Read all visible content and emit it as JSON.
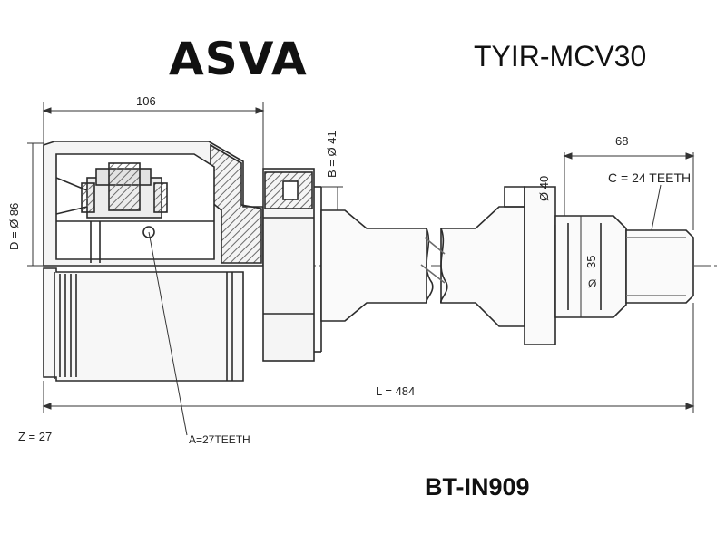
{
  "header": {
    "brand": "ASVA",
    "model": "TYIR-MCV30"
  },
  "footer": {
    "part_number": "BT-IN909"
  },
  "dimensions": {
    "inner_length": "106",
    "D": "D = Ø 86",
    "B": "B = Ø 41",
    "seat_dia": "Ø 40",
    "outer_length": "68",
    "C": "C = 24 TEETH",
    "shaft_dia": "35",
    "shaft_dia_symbol": "Ø",
    "L": "L = 484",
    "Z": "Z = 27",
    "A": "A=27TEETH"
  },
  "colors": {
    "line": "#2b2b2b",
    "hatch": "#6b6b6b",
    "ink": "#111111"
  }
}
